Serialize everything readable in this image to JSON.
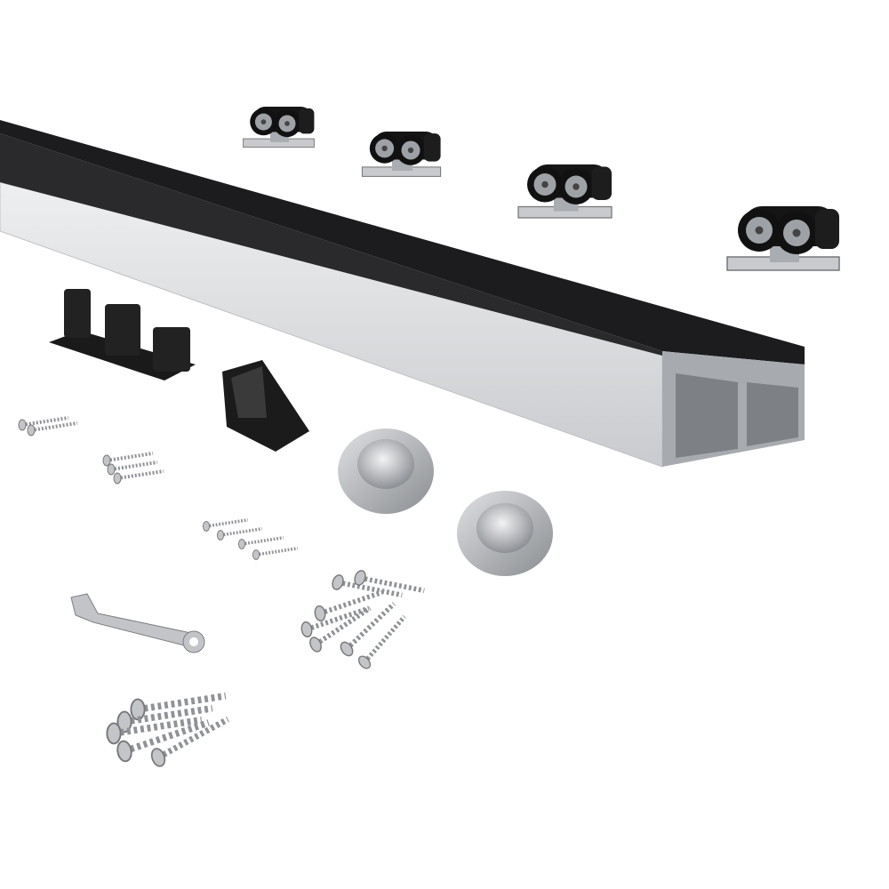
{
  "product_photo": {
    "background": "#ffffff",
    "colors": {
      "rail_face": "#d9dadc",
      "rail_top": "#1c1c1e",
      "roller_body": "#141414",
      "metal": "#b9bcc0",
      "bracket": "#1a1a1a"
    },
    "items": {
      "rail_count": 1,
      "roller_carriages": 4,
      "recessed_handles": 2,
      "floor_guides": 1,
      "corner_stops": 1,
      "spanner": 1
    }
  }
}
